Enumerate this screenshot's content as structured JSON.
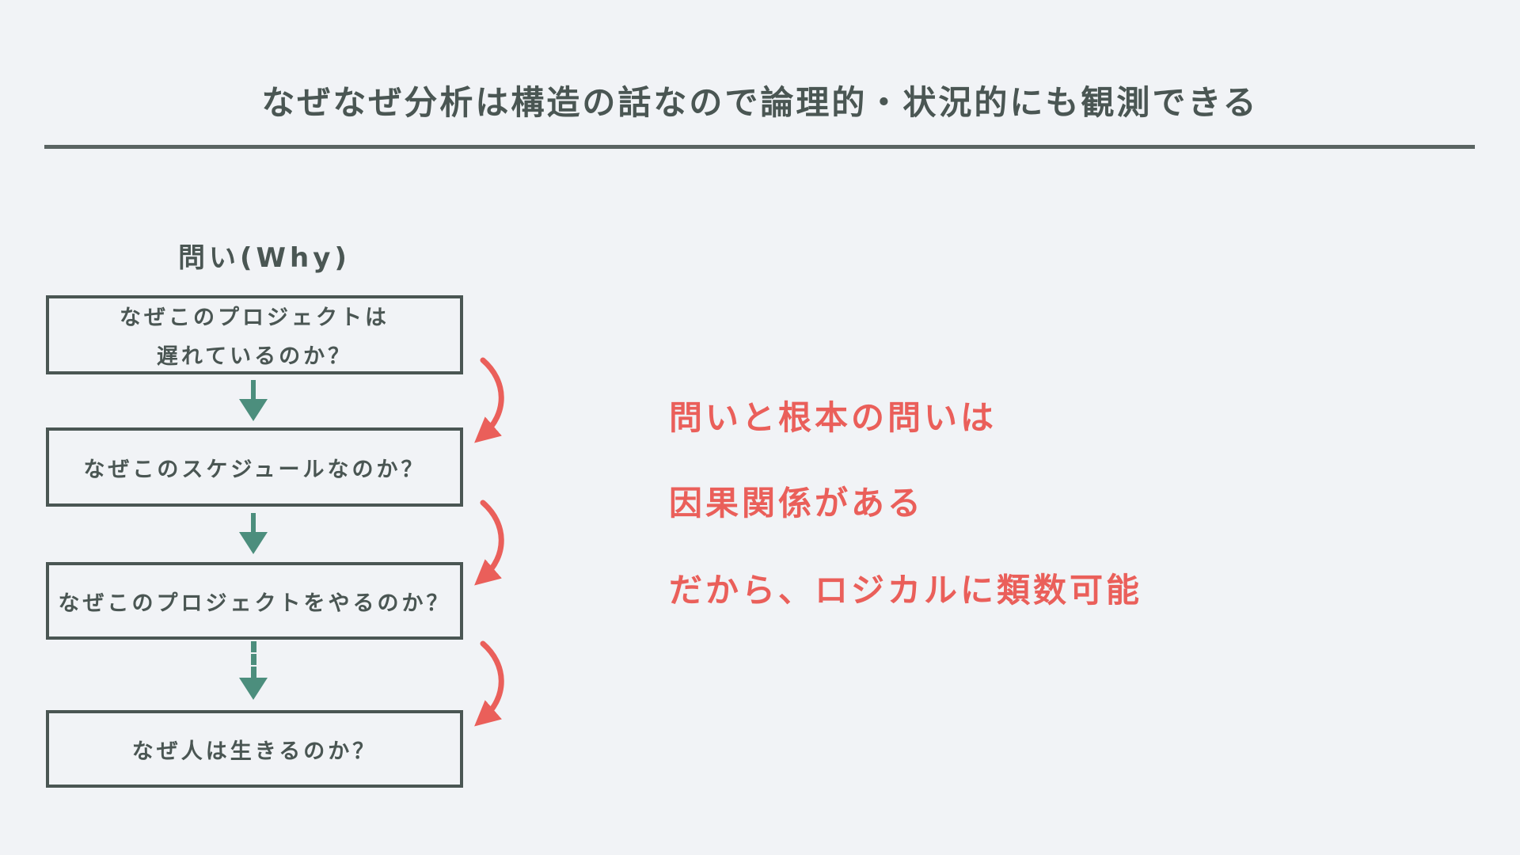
{
  "title": "なぜなぜ分析は構造の話なので論理的・状況的にも観測できる",
  "column_label": "問い(Why)",
  "flow": {
    "boxes": [
      {
        "lines": [
          "なぜこのプロジェクトは",
          "遅れているのか？"
        ]
      },
      {
        "lines": [
          "なぜこのスケジュールなのか？"
        ]
      },
      {
        "lines": [
          "なぜこのプロジェクトをやるのか？"
        ]
      },
      {
        "lines": [
          "なぜ人は生きるのか？"
        ]
      }
    ],
    "connectors": [
      "solid-down-arrow",
      "solid-down-arrow",
      "dashed-down-arrow"
    ],
    "causal_links": [
      "box1-to-box2",
      "box2-to-box3",
      "box3-to-box4"
    ]
  },
  "annotations": [
    "問いと根本の問いは",
    "因果関係がある",
    "だから、ロジカルに類数可能"
  ],
  "colors": {
    "background": "#F1F3F6",
    "ink": "#4A5653",
    "rule": "#5A6462",
    "arrow_teal": "#4C8E7D",
    "accent_red": "#EA5F5A"
  }
}
